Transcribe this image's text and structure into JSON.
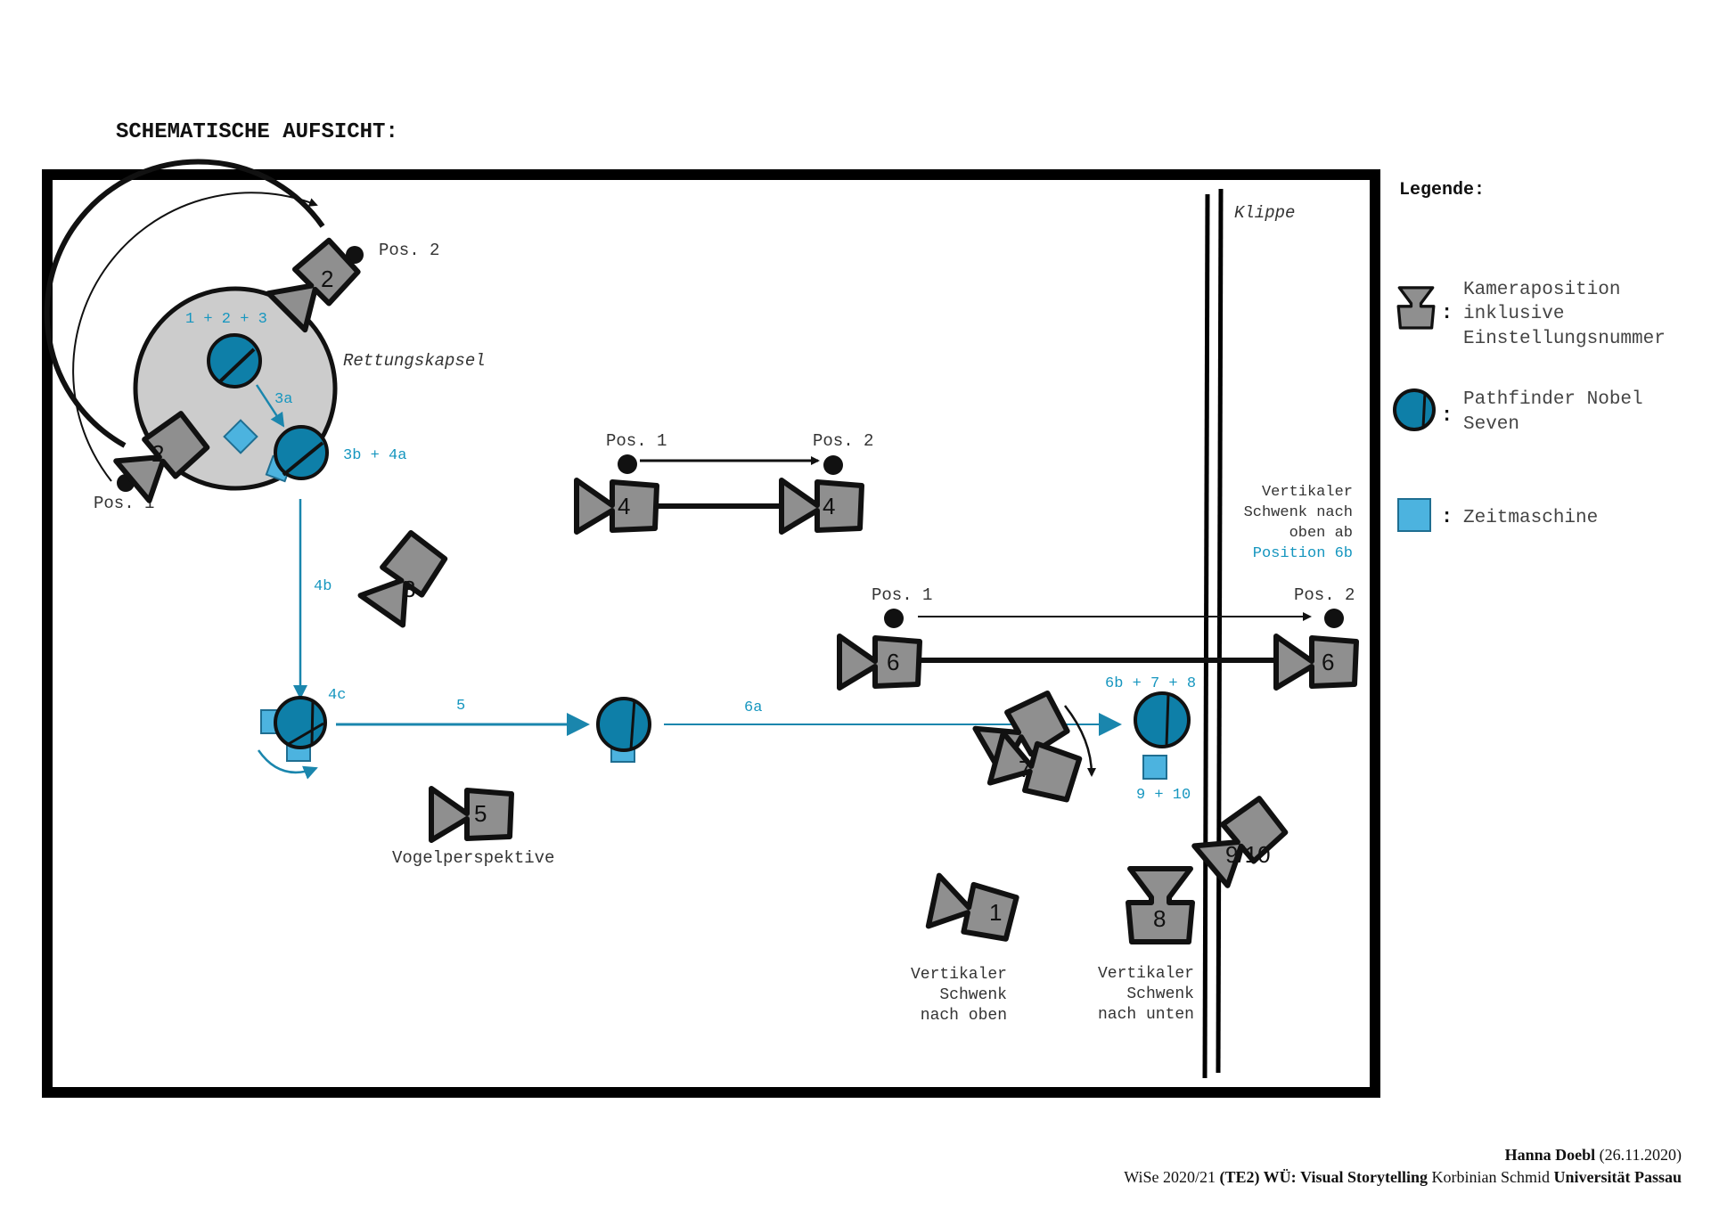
{
  "title": "SCHEMATISCHE AUFSICHT:",
  "colors": {
    "pathfinder": "#0e7fa8",
    "zeitmaschine": "#4cb3df",
    "camera": "#8f8f8f",
    "capsule": "#cccccc",
    "annotation": "#1696bf"
  },
  "map": {
    "capsule_label": "Rettungskapsel",
    "cliff_label": "Klippe",
    "pos1": "Pos. 1",
    "pos2": "Pos. 2",
    "pathfinder_labels": {
      "start": "1 + 2 + 3",
      "p3b4a": "3b + 4a",
      "p4c": "4c",
      "end": "6b + 7 + 8"
    },
    "path_labels": {
      "a3": "3a",
      "b4": "4b",
      "s5": "5",
      "a6": "6a"
    },
    "timemachine_label": "9 + 10",
    "cameras": [
      "2",
      "2",
      "3",
      "4",
      "4",
      "5",
      "6",
      "6",
      "7",
      "1",
      "8",
      "9/10"
    ],
    "notes": {
      "cam5": "Vogelperspektive",
      "cam1": [
        "Vertikaler",
        "Schwenk",
        "nach oben"
      ],
      "cam8": [
        "Vertikaler",
        "Schwenk",
        "nach unten"
      ],
      "cam6": [
        "Vertikaler",
        "Schwenk nach",
        "oben ab"
      ],
      "cam6_blue": "Position 6b"
    }
  },
  "legend": {
    "title": "Legende:",
    "items": [
      {
        "icon": "camera-icon",
        "lines": [
          "Kameraposition",
          "inklusive",
          "Einstellungsnummer"
        ]
      },
      {
        "icon": "pathfinder-icon",
        "lines": [
          "Pathfinder Nobel",
          "Seven"
        ]
      },
      {
        "icon": "timemachine-icon",
        "lines": [
          "Zeitmaschine"
        ]
      }
    ]
  },
  "footer": {
    "author": "Hanna Doebl",
    "date": "(26.11.2020)",
    "semester": "WiSe 2020/21",
    "course_code": "(TE2) WÜ:",
    "course": "Visual Storytelling",
    "lecturer": "Korbinian Schmid",
    "university": "Universität Passau"
  }
}
